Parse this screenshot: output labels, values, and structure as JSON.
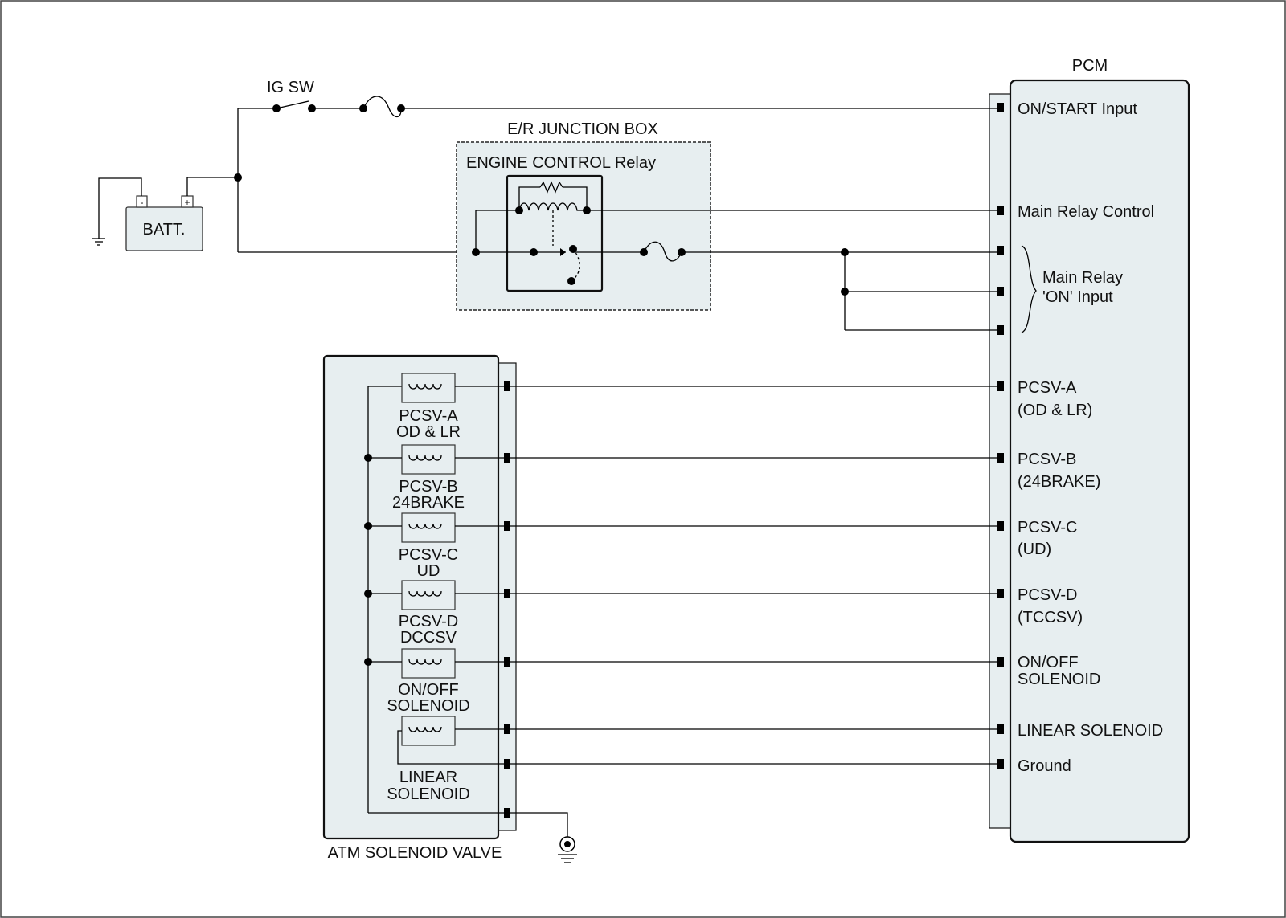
{
  "labels": {
    "pcm": "PCM",
    "ig_sw": "IG SW",
    "junction_box": "E/R JUNCTION BOX",
    "relay": "ENGINE CONTROL Relay",
    "battery": "BATT.",
    "battery_neg": "-",
    "battery_pos": "+",
    "atm_valve": "ATM SOLENOID VALVE"
  },
  "pcm_pins": {
    "on_start": "ON/START Input",
    "main_relay_control": "Main Relay Control",
    "main_relay_on_1": "Main Relay",
    "main_relay_on_2": "'ON' Input",
    "pcsv_a_1": "PCSV-A",
    "pcsv_a_2": "(OD & LR)",
    "pcsv_b_1": "PCSV-B",
    "pcsv_b_2": "(24BRAKE)",
    "pcsv_c_1": "PCSV-C",
    "pcsv_c_2": "(UD)",
    "pcsv_d_1": "PCSV-D",
    "pcsv_d_2": "(TCCSV)",
    "onoff_1": "ON/OFF",
    "onoff_2": "SOLENOID",
    "linear": "LINEAR SOLENOID",
    "ground": "Ground"
  },
  "solenoids": {
    "a_1": "PCSV-A",
    "a_2": "OD & LR",
    "b_1": "PCSV-B",
    "b_2": "24BRAKE",
    "c_1": "PCSV-C",
    "c_2": "UD",
    "d_1": "PCSV-D",
    "d_2": "DCCSV",
    "onoff_1": "ON/OFF",
    "onoff_2": "SOLENOID",
    "linear_1": "LINEAR",
    "linear_2": "SOLENOID"
  }
}
